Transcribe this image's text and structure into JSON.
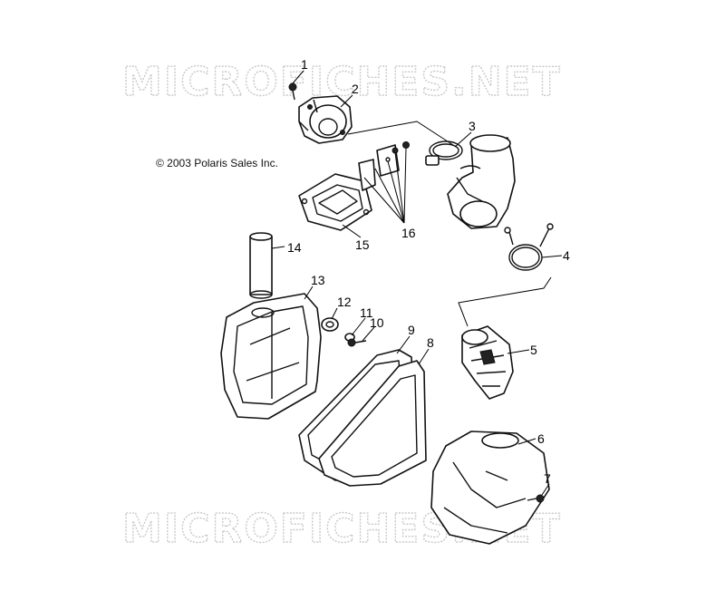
{
  "watermark": {
    "top": "MICROFICHES.NET",
    "bottom": "MICROFICHES.NET"
  },
  "copyright": "© 2003 Polaris Sales Inc.",
  "callouts": [
    {
      "id": "1",
      "label": "1"
    },
    {
      "id": "2",
      "label": "2"
    },
    {
      "id": "3",
      "label": "3"
    },
    {
      "id": "4",
      "label": "4"
    },
    {
      "id": "5",
      "label": "5"
    },
    {
      "id": "6",
      "label": "6"
    },
    {
      "id": "7",
      "label": "7"
    },
    {
      "id": "8",
      "label": "8"
    },
    {
      "id": "9",
      "label": "9"
    },
    {
      "id": "10",
      "label": "10"
    },
    {
      "id": "11",
      "label": "11"
    },
    {
      "id": "12",
      "label": "12"
    },
    {
      "id": "13",
      "label": "13"
    },
    {
      "id": "14",
      "label": "14"
    },
    {
      "id": "15",
      "label": "15"
    },
    {
      "id": "16",
      "label": "16"
    }
  ]
}
